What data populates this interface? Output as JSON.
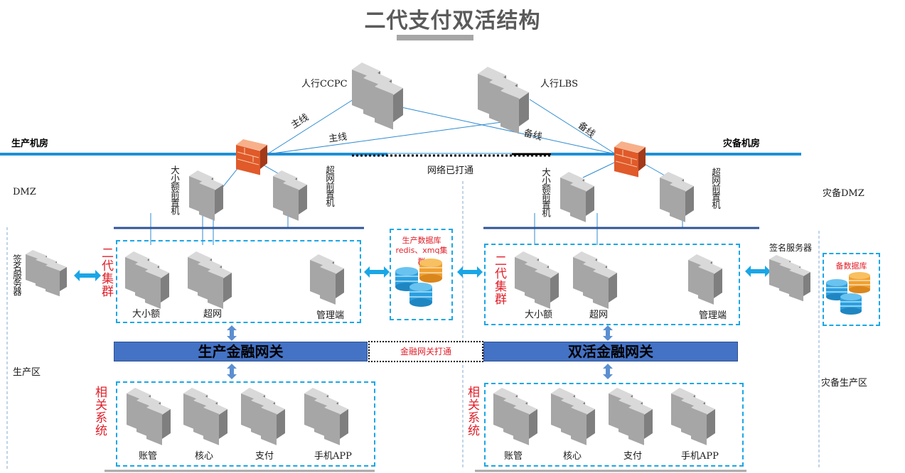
{
  "title": "二代支付双活结构",
  "top": {
    "ccpc": "人行CCPC",
    "lbs": "人行LBS",
    "main_line_1": "主线",
    "main_line_2": "主线",
    "backup_line_1": "备线",
    "backup_line_2": "备线",
    "network_connected": "网络已打通"
  },
  "left": {
    "room": "生产机房",
    "dmz": "DMZ",
    "zone": "生产区",
    "front_small": "大小额前置机",
    "front_super": "超网前置机",
    "sign_server": "签名服务器",
    "cluster_label": "二代集群",
    "cluster_items": [
      "大小额",
      "超网",
      "管理端"
    ],
    "gateway": "生产金融网关",
    "related_label": "相关系统",
    "related_items": [
      "账管",
      "核心",
      "支付",
      "手机APP"
    ]
  },
  "middle": {
    "db_title_1": "生产数据库",
    "db_title_2": "redis、xmq集群",
    "gateway_link": "金融网关打通"
  },
  "right": {
    "room": "灾备机房",
    "dmz": "灾备DMZ",
    "zone": "灾备生产区",
    "front_small": "大小额前置机",
    "front_super": "超网前置机",
    "sign_server": "签名服务器",
    "backup_db": "备数据库",
    "cluster_label": "二代集群",
    "cluster_items": [
      "大小额",
      "超网",
      "管理端"
    ],
    "gateway": "双活金融网关",
    "related_label": "相关系统",
    "related_items": [
      "账管",
      "核心",
      "支付",
      "手机APP"
    ]
  },
  "colors": {
    "network_line": "#1f8fd6",
    "dash_border": "#1aa6e6",
    "gateway_fill": "#4472c4",
    "red_text": "#e0202a",
    "arrow": "#1aa6e6"
  }
}
